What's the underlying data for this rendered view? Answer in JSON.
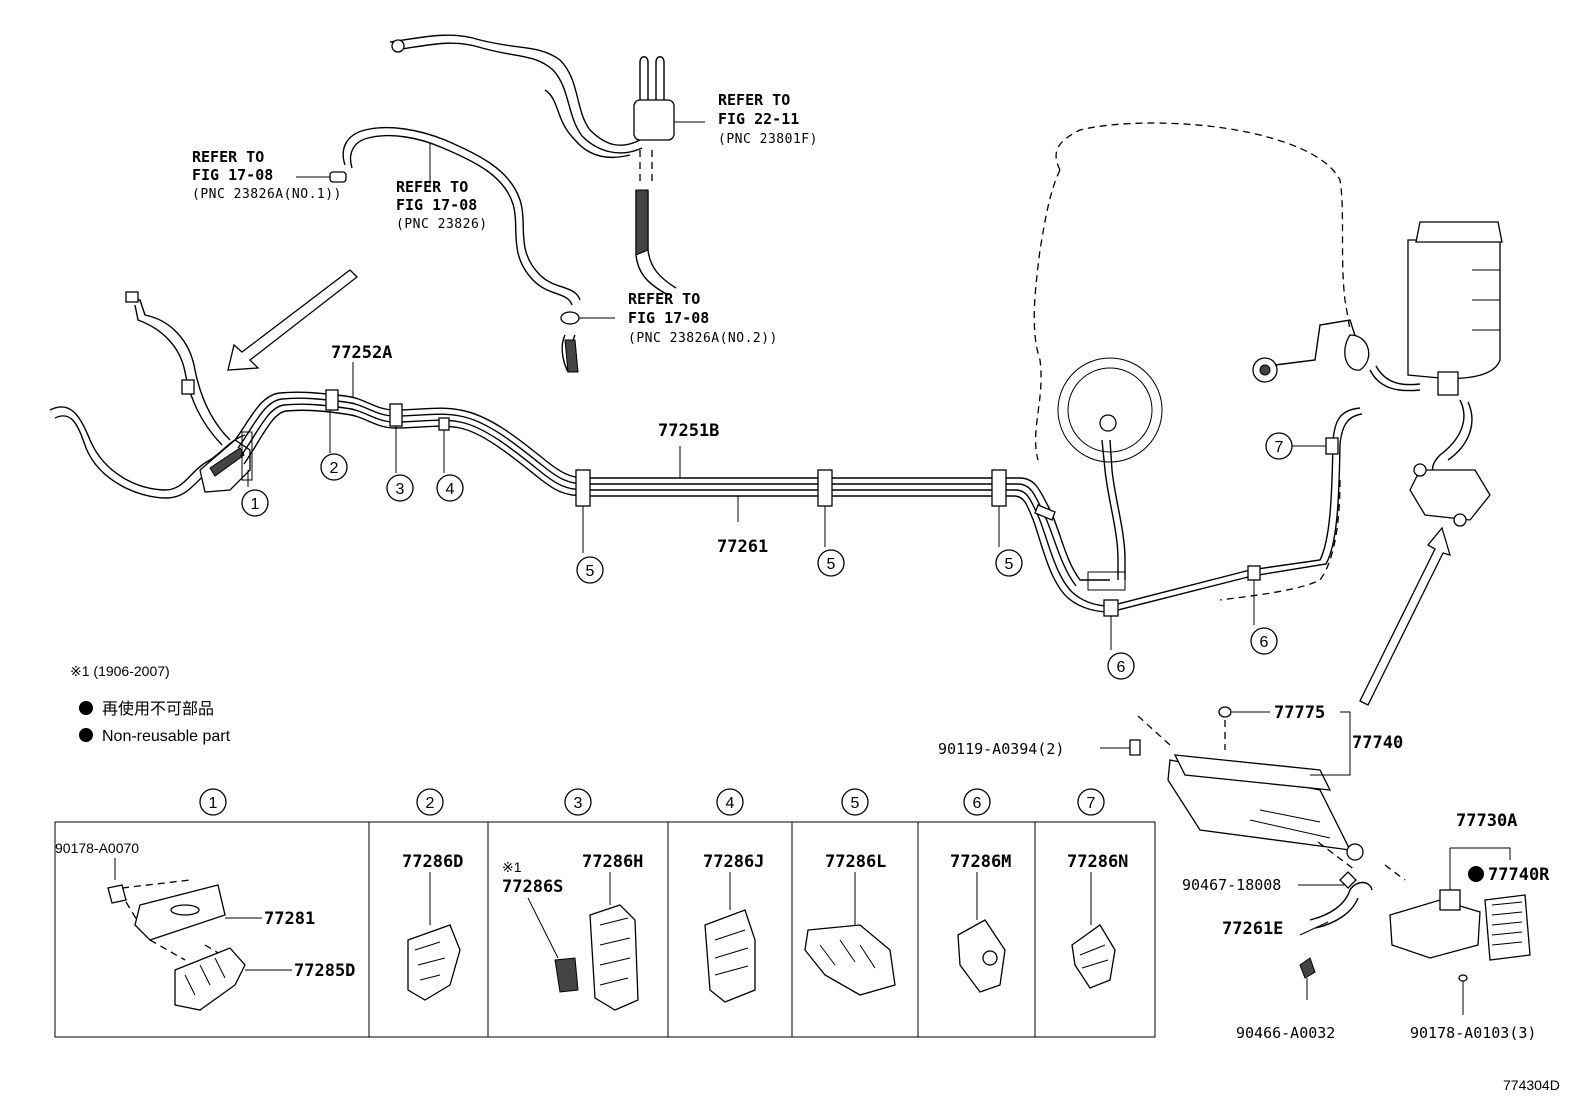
{
  "refs": [
    {
      "line1": "REFER TO",
      "line2": "FIG 17-08",
      "line3": "(PNC 23826A(NO.1))"
    },
    {
      "line1": "REFER TO",
      "line2": "FIG 17-08",
      "line3": "(PNC 23826)"
    },
    {
      "line1": "REFER TO",
      "line2": "FIG 22-11",
      "line3": "(PNC 23801F)"
    },
    {
      "line1": "REFER TO",
      "line2": "FIG 17-08",
      "line3": "(PNC 23826A(NO.2))"
    }
  ],
  "parts": {
    "tube_main": "77252A",
    "tube_b": "77251B",
    "tube_261": "77261",
    "pn_77775": "77775",
    "pn_77740": "77740",
    "bolt": "90119-A0394(2)",
    "clip_18008": "90467-18008",
    "hose_261e": "77261E",
    "clip_a0032": "90466-A0032",
    "valve_assy": "77730A",
    "filter": "77740R",
    "screw": "90178-A0103(3)"
  },
  "callouts": {
    "c1": "1",
    "c2": "2",
    "c3": "3",
    "c4": "4",
    "c5": "5",
    "c6": "6",
    "c7": "7"
  },
  "legend": {
    "note": "※1 (1906-2007)",
    "jp": "再使用不可部品",
    "en": "Non-reusable part"
  },
  "table": {
    "headers": [
      "1",
      "2",
      "3",
      "4",
      "5",
      "6",
      "7"
    ],
    "cell1": {
      "a": "90178-A0070",
      "b": "77281",
      "c": "77285D"
    },
    "cell2": "77286D",
    "cell3": {
      "note": "※1",
      "a": "77286S",
      "b": "77286H"
    },
    "cell4": "77286J",
    "cell5": "77286L",
    "cell6": "77286M",
    "cell7": "77286N"
  },
  "diagram_code": "774304D"
}
